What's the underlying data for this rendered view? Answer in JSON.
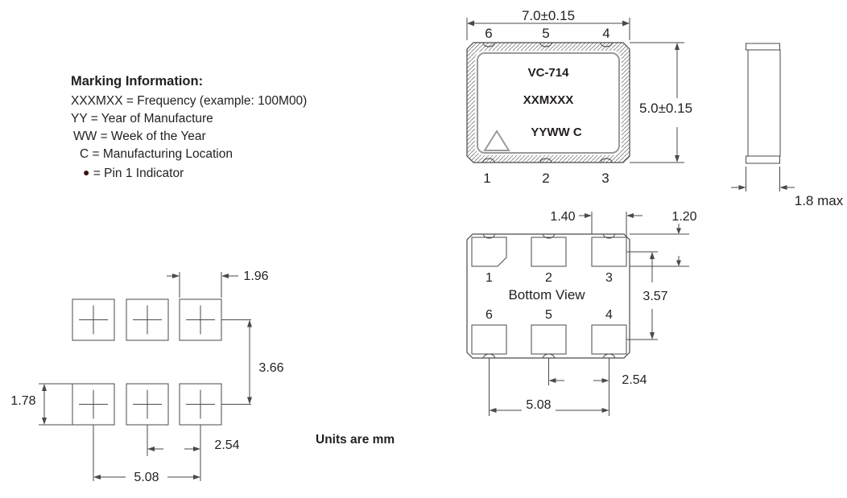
{
  "marking_info": {
    "title": "Marking Information:",
    "frequency_line": "XXXMXX = Frequency (example: 100M00)",
    "year_line": "YY = Year of Manufacture",
    "week_line": "WW = Week of the Year",
    "location_line": "C = Manufacturing Location",
    "pin1_bullet": "●",
    "pin1_line": "= Pin 1 Indicator",
    "pin1_indicator_color": "#3a1410"
  },
  "units_note": "Units are mm",
  "top_view": {
    "part_number": "VC-714",
    "marking_line2": "XXMXXX",
    "marking_line3": "YYWW C",
    "width_dim": "7.0±0.15",
    "height_dim": "5.0±0.15",
    "pin_top_left": "6",
    "pin_top_mid": "5",
    "pin_top_right": "4",
    "pin_bottom_left": "1",
    "pin_bottom_mid": "2",
    "pin_bottom_right": "3"
  },
  "side_view": {
    "thickness_dim": "1.8 max"
  },
  "bottom_view": {
    "title": "Bottom View",
    "pin_row1_left": "1",
    "pin_row1_mid": "2",
    "pin_row1_right": "3",
    "pin_row2_left": "6",
    "pin_row2_mid": "5",
    "pin_row2_right": "4",
    "pad_width_dim": "1.40",
    "pad_height_dim": "1.20",
    "row_pitch_dim": "3.57",
    "pin_pitch_dim": "2.54",
    "row_span_dim": "5.08"
  },
  "land_pattern": {
    "pad_width_dim": "1.96",
    "row_pitch_dim": "3.66",
    "pad_height_dim": "1.78",
    "pin_pitch_dim": "2.54",
    "row_span_dim": "5.08"
  },
  "colors": {
    "line": "#4a4a4a",
    "hatch": "#8f8f8f",
    "inner_border": "#9a9a9a"
  }
}
